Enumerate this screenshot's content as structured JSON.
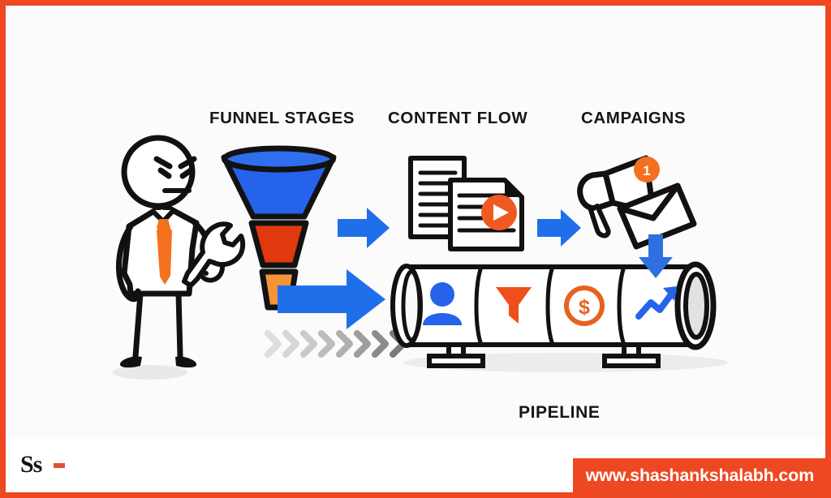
{
  "page": {
    "title": "Marketing Funnel to Pipeline Infographic",
    "background_color": "#fbfbfb",
    "frame_color": "#ee4823"
  },
  "labels": {
    "funnel_stages": "FUNNEL STAGES",
    "content_flow": "CONTENT FLOW",
    "campaigns": "CAMPAIGNS",
    "pipeline": "PIPELINE"
  },
  "character": {
    "name": "marketer-stick-figure",
    "tie_color": "#f4721e",
    "tool": "wrench",
    "expression": "determined"
  },
  "funnel": {
    "segments": [
      {
        "name": "awareness",
        "color": "#2563eb"
      },
      {
        "name": "consideration",
        "color": "#e0390e"
      },
      {
        "name": "conversion",
        "color": "#f59338"
      }
    ]
  },
  "content_flow": {
    "items": [
      {
        "name": "document-back",
        "type": "document"
      },
      {
        "name": "document-front",
        "type": "document-video"
      }
    ],
    "play_button_color": "#f05a22"
  },
  "campaigns": {
    "megaphone": "megaphone-icon",
    "envelope": "envelope-icon",
    "badge_count": "1",
    "badge_color": "#f37021"
  },
  "pipeline": {
    "stages": [
      {
        "name": "audience",
        "icon": "person-icon",
        "color": "#2563eb"
      },
      {
        "name": "filter",
        "icon": "funnel-icon",
        "color": "#f04e1a"
      },
      {
        "name": "revenue",
        "icon": "dollar-circle-icon",
        "color": "#e8621f"
      },
      {
        "name": "growth",
        "icon": "trending-up-icon",
        "color": "#2563eb"
      }
    ],
    "body_color": "#ffffff",
    "outline_color": "#0e0e0e"
  },
  "arrows": {
    "funnel_to_content": {
      "name": "arrow-right",
      "color": "#1f6feb"
    },
    "content_to_campaigns": {
      "name": "arrow-right",
      "color": "#1f6feb"
    },
    "funnel_to_pipeline": {
      "name": "arrow-right-bold",
      "color": "#1f6feb"
    },
    "campaigns_to_pipeline": {
      "name": "arrow-down",
      "color": "#2f6fe0"
    },
    "chevron_trail": {
      "name": "chevron-trail",
      "count": 8,
      "color": "#b8b8b8"
    }
  },
  "footer": {
    "logo_text": "Ss",
    "logo_accent_color": "#e2503a",
    "url": "www.shashankshalabh.com",
    "url_bar_color": "#ee4823"
  }
}
